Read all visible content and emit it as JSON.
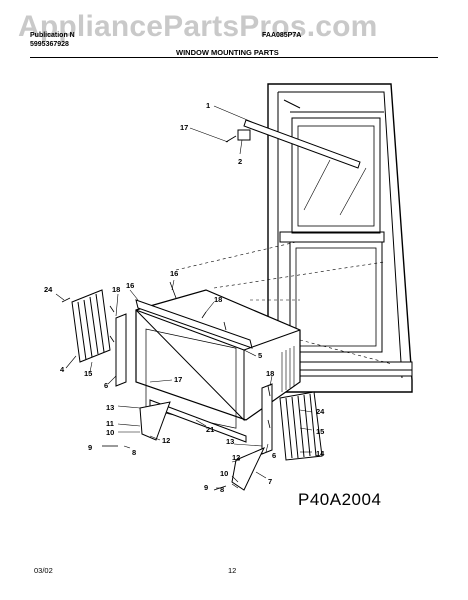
{
  "header": {
    "watermark": "AppliancePartsPros.com",
    "left_line1": "Publication N",
    "left_line2": "5995367928",
    "model": "FAA085P7A",
    "title": "WINDOW MOUNTING PARTS"
  },
  "diagram": {
    "code": "P40A2004",
    "callouts": [
      "1",
      "17",
      "2",
      "24",
      "18",
      "16",
      "16",
      "18",
      "5",
      "4",
      "15",
      "6",
      "17",
      "13",
      "11",
      "10",
      "12",
      "21",
      "9",
      "8",
      "18",
      "24",
      "15",
      "13",
      "14",
      "6",
      "12",
      "7",
      "10",
      "8",
      "9"
    ]
  },
  "footer": {
    "date": "03/02",
    "page": "12"
  }
}
